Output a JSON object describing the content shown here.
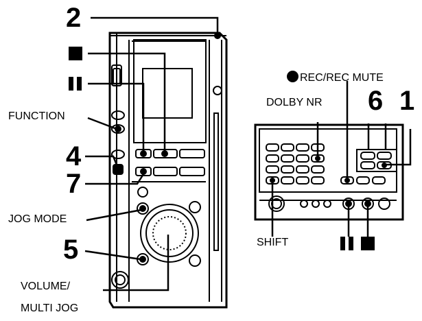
{
  "callouts": {
    "n2": "2",
    "n4": "4",
    "n7": "7",
    "n5": "5",
    "n6": "6",
    "n1": "1",
    "function": "FUNCTION",
    "jog_mode": "JOG MODE",
    "volume": "VOLUME/",
    "multi_jog": "MULTI JOG",
    "rec": "REC/REC MUTE",
    "dolby": "DOLBY NR",
    "shift": "SHIFT"
  }
}
